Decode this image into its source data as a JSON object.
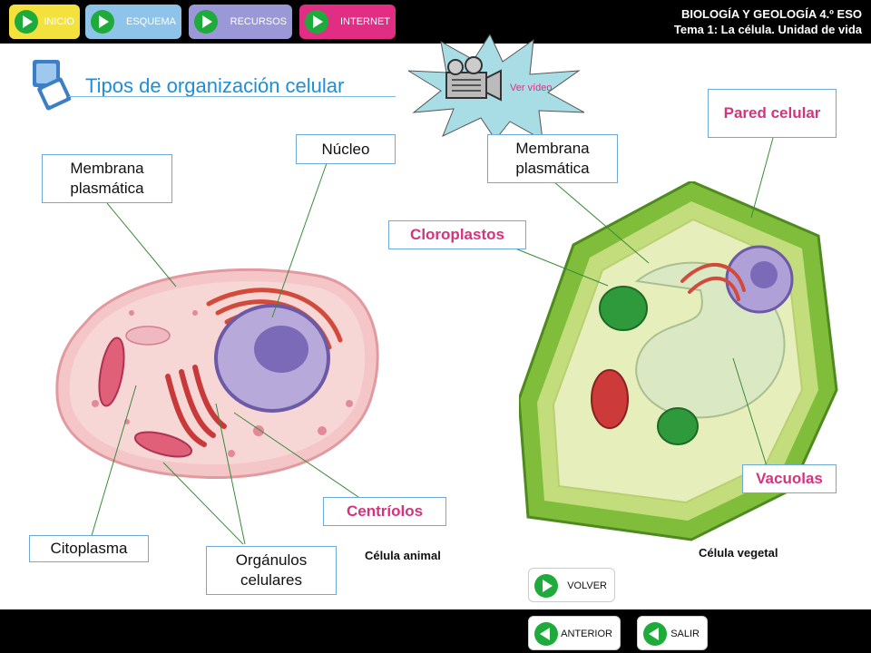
{
  "nav": {
    "inicio": "INICIO",
    "esquema": "ESQUEMA",
    "recursos": "RECURSOS",
    "internet": "INTERNET"
  },
  "header": {
    "subject": "BIOLOGÍA Y GEOLOGÍA 4.º ESO",
    "unit": "Tema 1: La célula. Unidad de vida"
  },
  "page": {
    "title": "Tipos de organización celular",
    "video_link": "Ver vídeo"
  },
  "animal_labels": {
    "membrana": "Membrana plasmática",
    "nucleo": "Núcleo",
    "citoplasma": "Citoplasma",
    "organulos": "Orgánulos celulares",
    "centriolos": "Centríolos",
    "caption": "Célula animal"
  },
  "plant_labels": {
    "membrana": "Membrana plasmática",
    "pared": "Pared celular",
    "cloroplastos": "Cloroplastos",
    "vacuolas": "Vacuolas",
    "caption": "Célula vegetal"
  },
  "footer": {
    "volver": "VOLVER",
    "anterior": "ANTERIOR",
    "salir": "SALIR"
  },
  "colors": {
    "accent_pink": "#d6337f",
    "title_blue": "#1d8fd6",
    "label_border": "#6fa9d9",
    "play_green": "#1faa3c"
  }
}
